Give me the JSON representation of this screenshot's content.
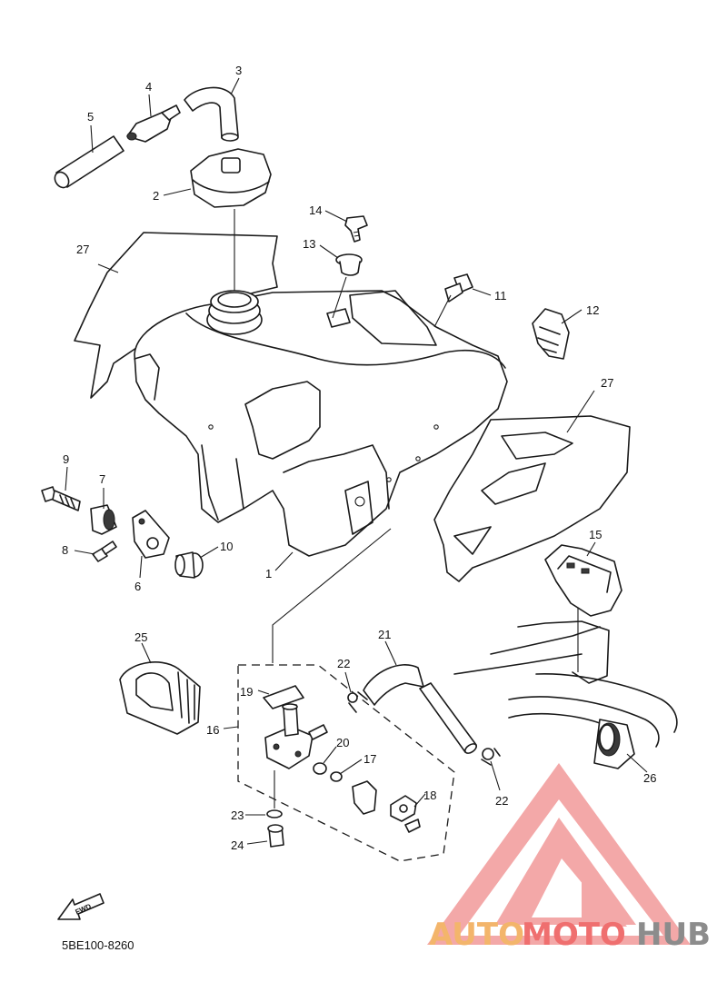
{
  "diagram": {
    "part_code": "5BE100-8260",
    "fwd_label": "FWD",
    "callouts": [
      "1",
      "2",
      "3",
      "4",
      "5",
      "6",
      "7",
      "8",
      "9",
      "10",
      "11",
      "12",
      "13",
      "14",
      "15",
      "16",
      "17",
      "18",
      "19",
      "20",
      "21",
      "22",
      "23",
      "24",
      "25",
      "26",
      "27"
    ]
  },
  "watermark": {
    "part_a": "AUTO",
    "part_b": "MOTO",
    "part_c": "HUB",
    "colors": {
      "auto": "#f3b56b",
      "moto": "#ef6f6f",
      "hub": "#8c8c8c",
      "triangle": "#f29a9a"
    }
  }
}
